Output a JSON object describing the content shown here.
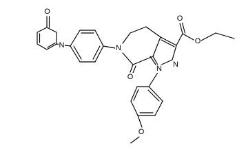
{
  "structure": {
    "atoms": {
      "o_pyridone": "O",
      "n_pyridone": "N",
      "n_lactam": "N",
      "o_lactam": "O",
      "n1_pyrazole": "N",
      "n2_pyrazole": "N",
      "o_ester_carbonyl": "O",
      "o_ester_ether": "O",
      "o_methoxy": "O"
    },
    "colors": {
      "bond": "#000000",
      "label": "#000000",
      "background": "#ffffff"
    }
  }
}
